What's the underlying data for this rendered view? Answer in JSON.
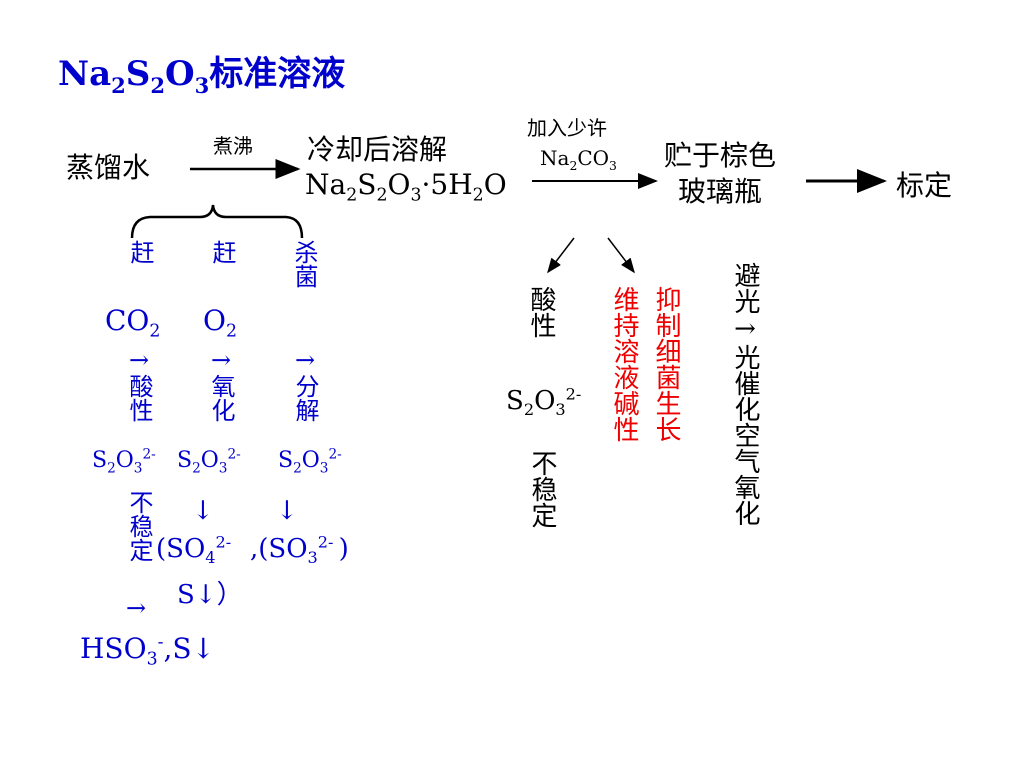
{
  "title": {
    "pre": "Na",
    "s1": "2",
    "mid1": "S",
    "s2": "2",
    "mid2": "O",
    "s3": "3",
    "post": "标准溶液"
  },
  "flow": {
    "distilled_water": "蒸馏水",
    "boil": "煮沸",
    "cool_dissolve": "冷却后溶解",
    "formula": {
      "a": "Na",
      "b": "2",
      "c": "S",
      "d": "2",
      "e": "O",
      "f": "3",
      "g": "·5H",
      "h": "2",
      "i": "O"
    },
    "add_small": "加入少许",
    "na2co3": {
      "a": "Na",
      "b": "2",
      "c": "CO",
      "d": "3"
    },
    "store_line1": "贮于棕色",
    "store_line2": "玻璃瓶",
    "calibrate": "标定"
  },
  "left_branch": {
    "col1_verb": "赶",
    "col1_gas": {
      "a": "CO",
      "b": "2"
    },
    "col1_effect": "→酸性",
    "col2_verb": "赶",
    "col2_gas": {
      "a": "O",
      "b": "2"
    },
    "col2_effect": "→氧化",
    "col3_verb": "杀菌",
    "col3_effect": "→分解",
    "ion": {
      "a": "S",
      "b": "2",
      "c": "O",
      "d": "3",
      "e": "2-"
    },
    "unstable": "不稳定",
    "down_arrow": "↓",
    "down_arrow2": "→",
    "product_so4": {
      "a": "(SO",
      "b": "4",
      "c": "2-"
    },
    "product_so3": {
      "a": ",(SO",
      "b": "3",
      "c": "2- ",
      "d": ")"
    },
    "product_s": "S↓）",
    "final": {
      "a": "HSO",
      "b": "3",
      "c": "-",
      "d": ",S↓"
    }
  },
  "right_branch": {
    "acidic": "酸性",
    "ion": {
      "a": "S",
      "b": "2",
      "c": "O",
      "d": "3",
      "e": "2-"
    },
    "unstable": "不稳定",
    "red_line1": "抑制细菌生长",
    "red_line2": "维持溶液碱性",
    "light": "避光→光催化空气氧化"
  },
  "colors": {
    "blue": "#0000cc",
    "red": "#ee0000",
    "black": "#000000"
  }
}
